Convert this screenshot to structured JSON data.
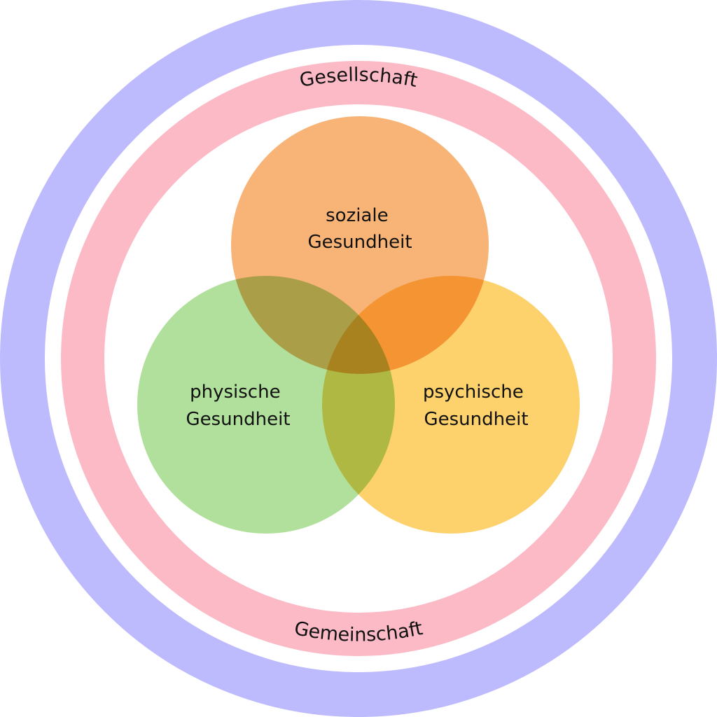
{
  "diagram": {
    "outer_ring": {
      "label": "Gesellschaft",
      "color": "#bdbafe"
    },
    "inner_ring": {
      "label": "Gemeinschaft",
      "color": "#fbbac5"
    },
    "circles": {
      "social": {
        "line1": "soziale",
        "line2": "Gesundheit",
        "color": "#f6a457"
      },
      "physical": {
        "line1": "physische",
        "line2": "Gesundheit",
        "color": "#9fd985"
      },
      "mental": {
        "line1": "psychische",
        "line2": "Gesundheit",
        "color": "#fdc84b"
      }
    }
  }
}
